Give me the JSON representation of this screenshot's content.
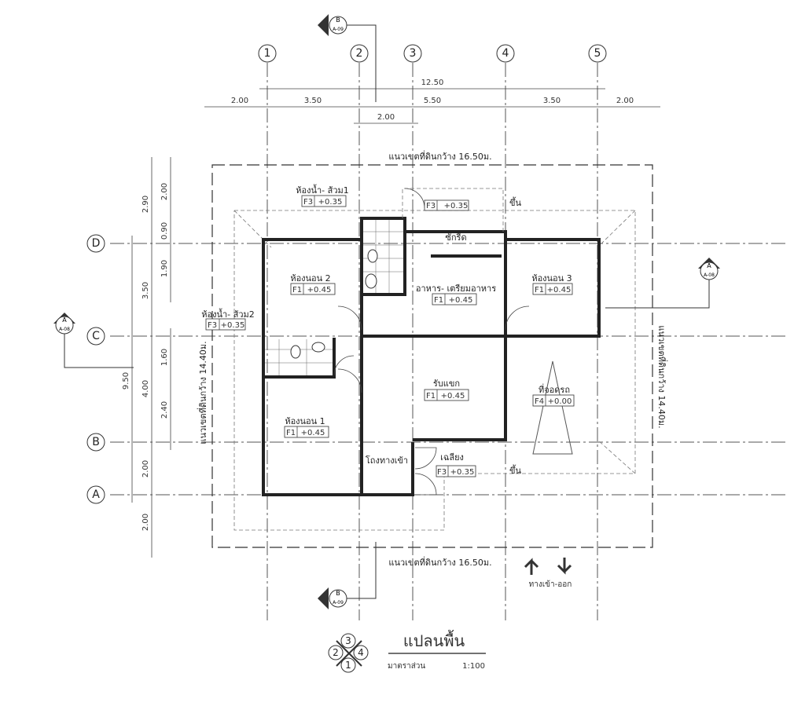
{
  "grid": {
    "columns": [
      "1",
      "2",
      "3",
      "4",
      "5"
    ],
    "rows": [
      "D",
      "C",
      "B",
      "A"
    ]
  },
  "dimensions": {
    "top_total": "12.50",
    "top": [
      "2.00",
      "3.50",
      "5.50",
      "3.50",
      "2.00"
    ],
    "top_sub": "2.00",
    "left_outer": [
      "2.90",
      "3.50",
      "4.00",
      "2.00",
      "2.00"
    ],
    "left_total": "9.50",
    "left_inner": [
      "2.00",
      "0.90",
      "1.90",
      "1.60",
      "2.40"
    ]
  },
  "boundary": {
    "top": "แนวเขตที่ดินกว้าง 16.50ม.",
    "bottom": "แนวเขตที่ดินกว้าง 16.50ม.",
    "left": "แนวเขตที่ดินกว้าง 14.40ม.",
    "right": "แนวเขตที่ดินกว้าง 14.40ม."
  },
  "rooms": [
    {
      "name": "ห้องน้ำ- ส้วม1",
      "code": "F3",
      "level": "+0.35"
    },
    {
      "name": "ห้องนอน 2",
      "code": "F1",
      "level": "+0.45"
    },
    {
      "name": "อาหาร- เตรียมอาหาร",
      "code": "F1",
      "level": "+0.45"
    },
    {
      "name": "ห้องนอน 3",
      "code": "F1",
      "level": "+0.45"
    },
    {
      "name": "ห้องน้ำ- ส้วม2",
      "code": "F3",
      "level": "+0.35"
    },
    {
      "name": "รับแขก",
      "code": "F1",
      "level": "+0.45"
    },
    {
      "name": "ที่จอดรถ",
      "code": "F4",
      "level": "+0.00"
    },
    {
      "name": "ห้องนอน 1",
      "code": "F1",
      "level": "+0.45"
    },
    {
      "name": "เฉลียง",
      "code": "F3",
      "level": "+0.35"
    },
    {
      "name": "ซักรีด",
      "code": "F3",
      "level": "+0.35"
    }
  ],
  "labels": {
    "foyer": "โถงทางเข้า",
    "up1": "ขึ้น",
    "up2": "ขึ้น",
    "entry_exit": "ทางเข้า-ออก"
  },
  "section_marks": {
    "a_letter": "A",
    "a_sheet": "A-08",
    "b_letter": "B",
    "b_sheet": "A-09"
  },
  "title_block": {
    "title": "แปลนพื้น",
    "scale_label": "มาตราส่วน",
    "scale": "1:100",
    "compass": [
      "3",
      "2",
      "4",
      "1"
    ]
  }
}
